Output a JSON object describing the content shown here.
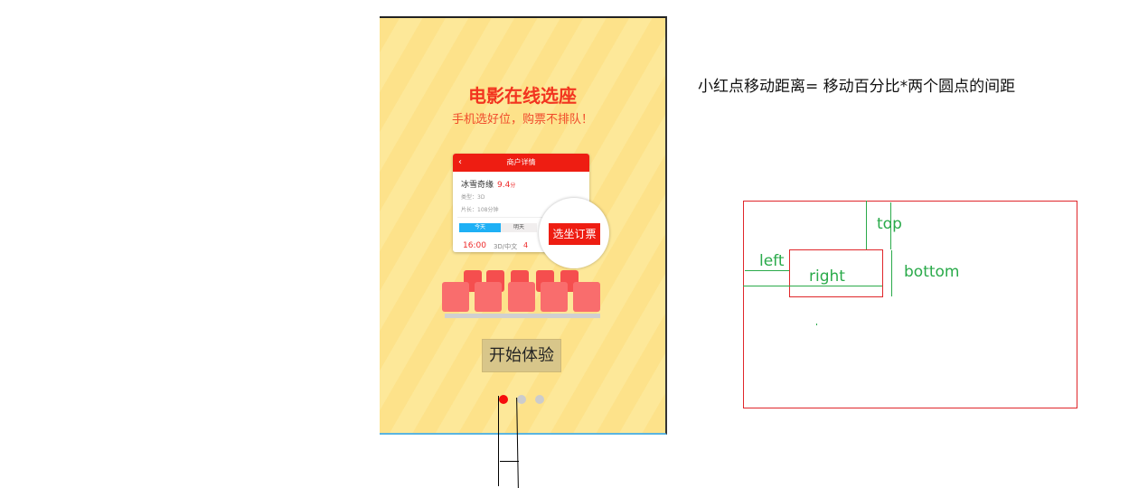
{
  "phone": {
    "title": "电影在线选座",
    "subtitle": "手机选好位，购票不排队！",
    "card": {
      "back_icon": "chevron-left-icon",
      "header": "商户详情",
      "movie": "冰雪奇缘",
      "score": "9.4",
      "score_unit": "分",
      "genre": "类型：3D",
      "duration": "片长：108分钟",
      "tabs": [
        {
          "label": "今天",
          "active": true
        },
        {
          "label": "明天",
          "active": false
        }
      ],
      "time": "16:00",
      "format": "3D/中文",
      "price_partial": "4"
    },
    "seat_button": "选坐订票",
    "start_button": "开始体验",
    "pager": {
      "count": 3,
      "active": 0
    },
    "colors": {
      "accent": "#ee1d12",
      "dot_active": "#f60d0d",
      "dot_inactive": "#cccccc",
      "tab_active": "#1eb0f5"
    }
  },
  "annotation": {
    "formula": "小红点移动距离= 移动百分比*两个圆点的间距",
    "labels": {
      "top": "top",
      "left": "left",
      "right": "right",
      "bottom": "bottom"
    }
  }
}
